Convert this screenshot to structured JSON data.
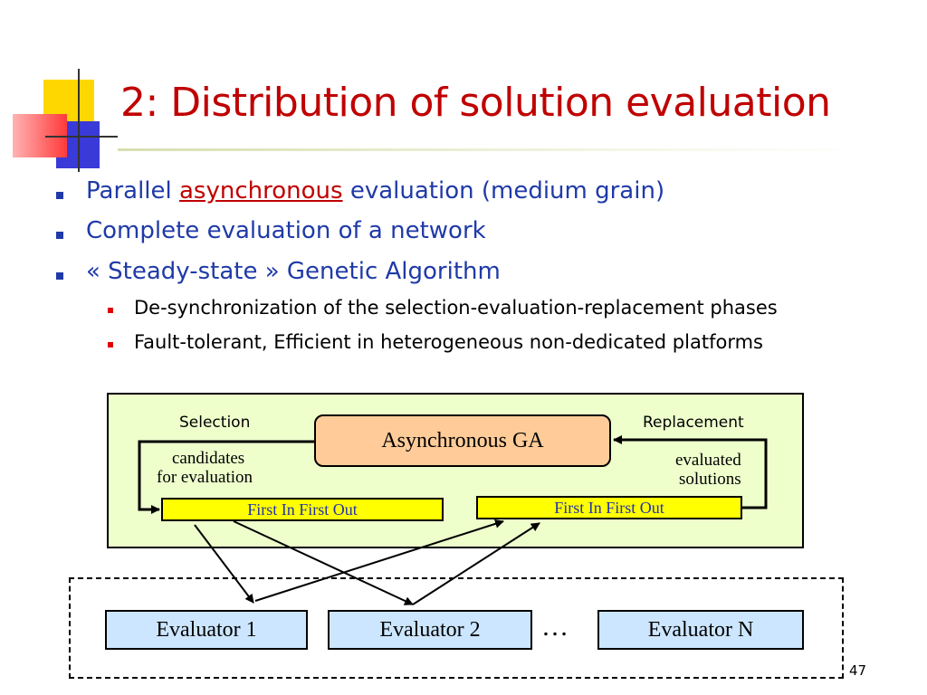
{
  "slide": {
    "title": "2: Distribution of solution evaluation",
    "page_number": "47"
  },
  "bullets": {
    "b1_prefix": "Parallel",
    "b1_link": "asynchronous",
    "b1_suffix": "evaluation (medium grain)",
    "b2": "Complete evaluation of a network",
    "b3": "« Steady-state » Genetic Algorithm",
    "sub1": "De-synchronization of the selection-evaluation-replacement phases",
    "sub2": "Fault-tolerant, Efficient in heterogeneous non-dedicated platforms"
  },
  "diagram": {
    "selection_label": "Selection",
    "replacement_label": "Replacement",
    "ga_label": "Asynchronous GA",
    "candidates_line1": "candidates",
    "candidates_line2": "for evaluation",
    "evaluated_line1": "evaluated",
    "evaluated_line2": "solutions",
    "fifo_left": "First In First Out",
    "fifo_right": "First In First Out",
    "evaluators": [
      "Evaluator 1",
      "Evaluator 2",
      "Evaluator N"
    ],
    "ellipsis": "…"
  },
  "colors": {
    "title": "#c00000",
    "bullet_text": "#1f3aa8",
    "green_panel": "#eeffcc",
    "ga_box": "#ffcc99",
    "fifo": "#ffff00",
    "evaluator": "#cce6ff"
  }
}
